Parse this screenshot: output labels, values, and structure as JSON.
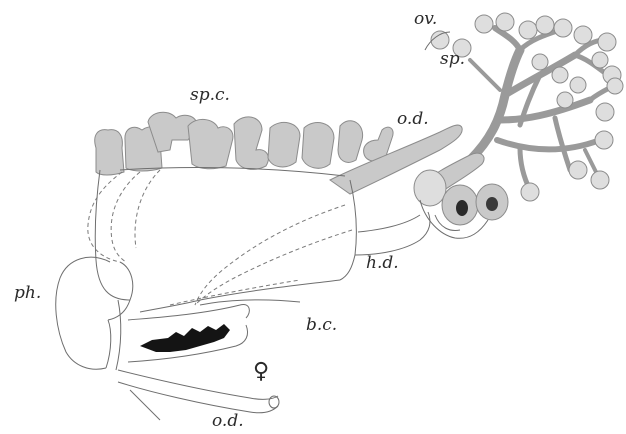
{
  "labels": {
    "ovary": "ov.",
    "spermatheca": "sp.",
    "spermathecal_chambers": "sp.c.",
    "oviduct_upper": "o.d.",
    "hermaphrodite_duct": "h.d.",
    "bursa_copulatrix": "b.c.",
    "pharynx": "ph.",
    "female_symbol": "♀",
    "oviduct_lower": "o.d."
  }
}
